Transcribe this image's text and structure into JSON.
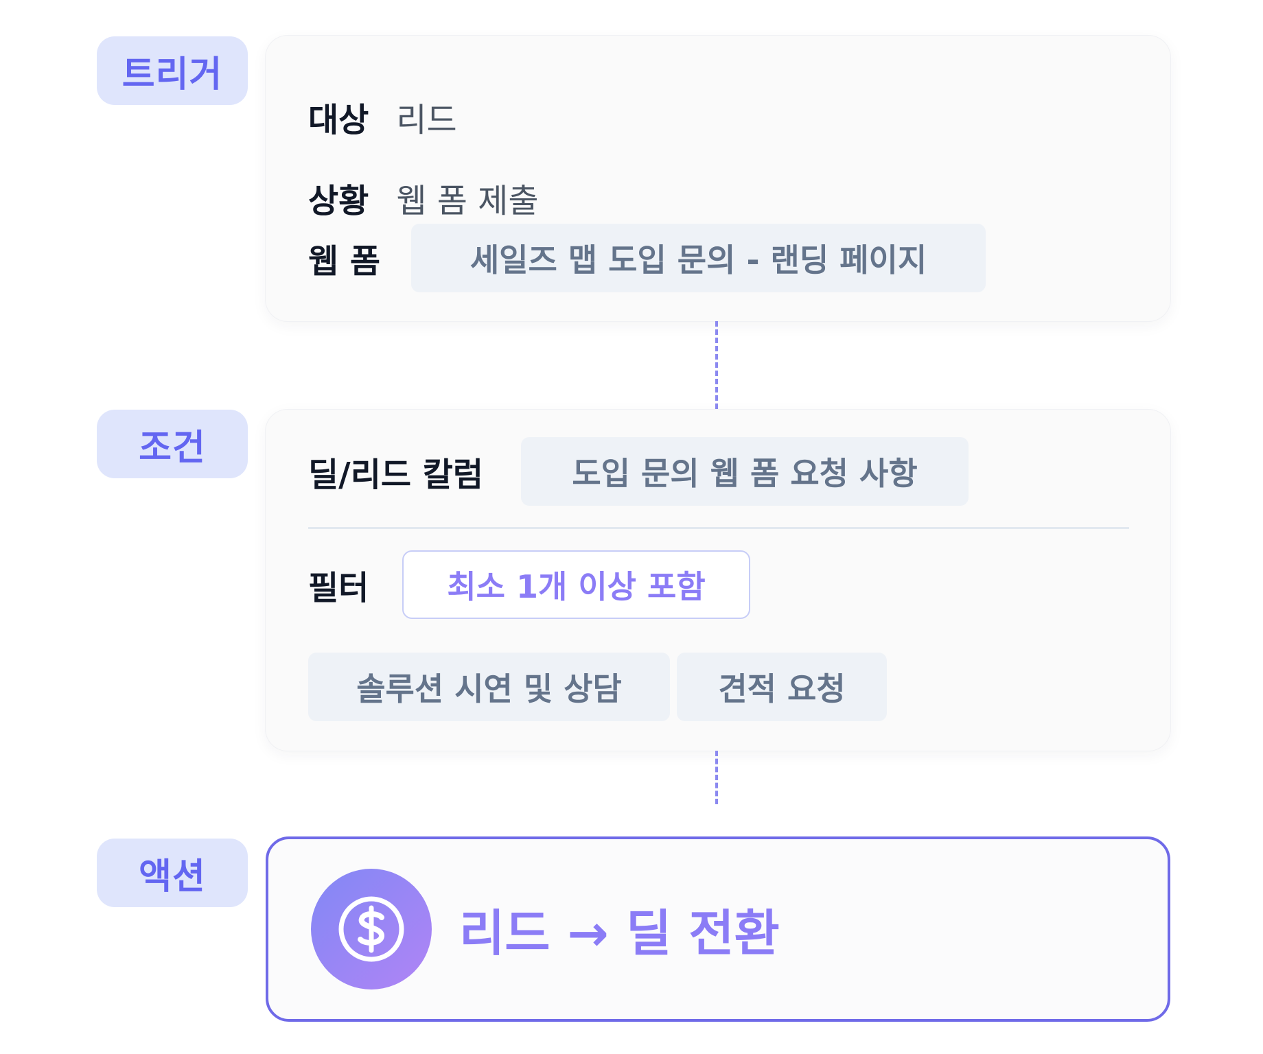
{
  "sections": {
    "trigger": {
      "tag": "트리거",
      "target_label": "대상",
      "target_value": "리드",
      "situation_label": "상황",
      "situation_value": "웹 폼 제출",
      "webform_label": "웹 폼",
      "webform_value": "세일즈 맵 도입 문의 - 랜딩 페이지"
    },
    "condition": {
      "tag": "조건",
      "column_label": "딜/리드 칼럼",
      "column_value": "도입 문의 웹 폼 요청 사항",
      "filter_label": "필터",
      "filter_mode": "최소 1개 이상 포함",
      "filter_options": [
        "솔루션 시연 및 상담",
        "견적 요청"
      ]
    },
    "action": {
      "tag": "액션",
      "icon": "dollar-coin-icon",
      "label": "리드 → 딜 전환"
    }
  },
  "colors": {
    "accent": "#6366f1",
    "accent_light": "#dfe5fc",
    "action_text": "#8b7cf6",
    "chip_bg": "#eef2f7",
    "chip_text": "#64748b",
    "coin_gradient": [
      "#8288f5",
      "#b084f5"
    ]
  }
}
